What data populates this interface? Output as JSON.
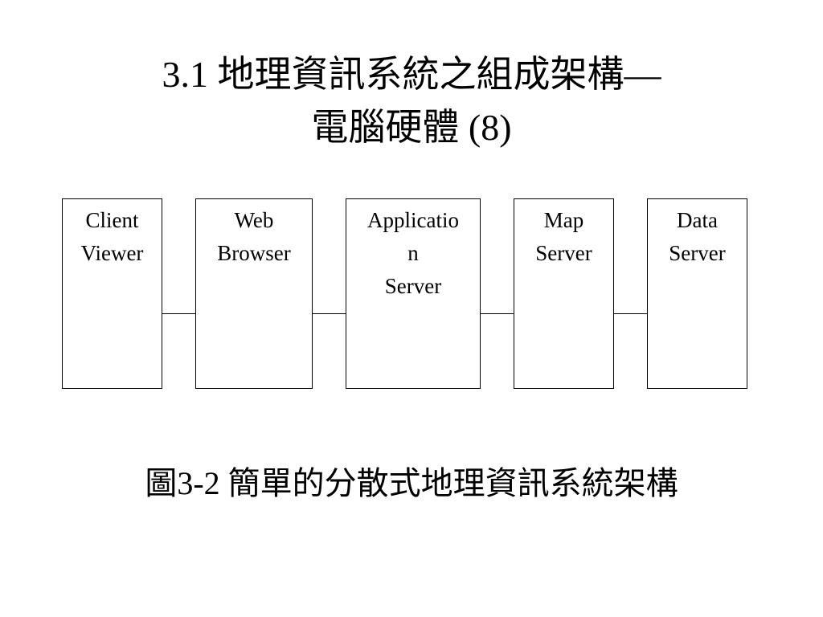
{
  "title": {
    "line1": "3.1 地理資訊系統之組成架構—",
    "line2": "電腦硬體 (8)"
  },
  "boxes": [
    {
      "name": "client-viewer",
      "lines": [
        "Client",
        "Viewer"
      ]
    },
    {
      "name": "web-browser",
      "lines": [
        "Web",
        "Browser"
      ]
    },
    {
      "name": "application-server",
      "lines": [
        "Applicatio",
        "n",
        "Server"
      ]
    },
    {
      "name": "map-server",
      "lines": [
        "Map",
        "Server"
      ]
    },
    {
      "name": "data-server",
      "lines": [
        "Data",
        "Server"
      ]
    }
  ],
  "caption": "圖3-2 簡單的分散式地理資訊系統架構"
}
